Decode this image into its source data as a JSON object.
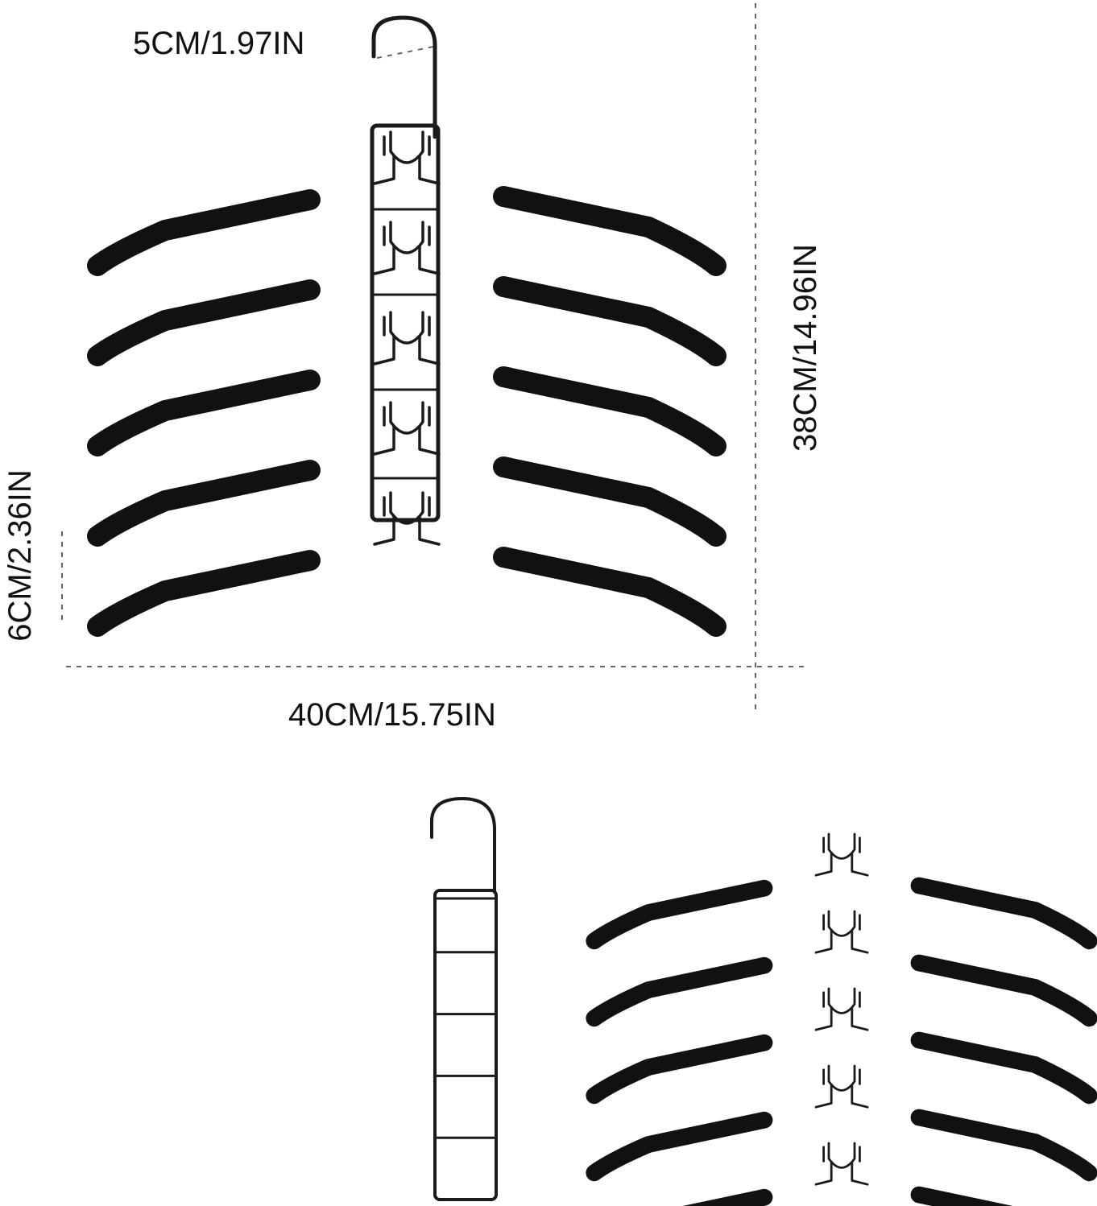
{
  "dimensions": {
    "hook_width": "5CM/1.97IN",
    "total_width": "40CM/15.75IN",
    "total_height": "38CM/14.96IN",
    "layer_spacing": "6CM/2.36IN"
  },
  "colors": {
    "foam": "#111111",
    "wire": "#1a1a1a",
    "guide_line": "#666666",
    "background": "#ffffff"
  },
  "assembled_hanger": {
    "layer_count": 5
  },
  "detached_frame": {
    "segment_count": 5
  },
  "detached_arms": {
    "layer_count": 5
  }
}
